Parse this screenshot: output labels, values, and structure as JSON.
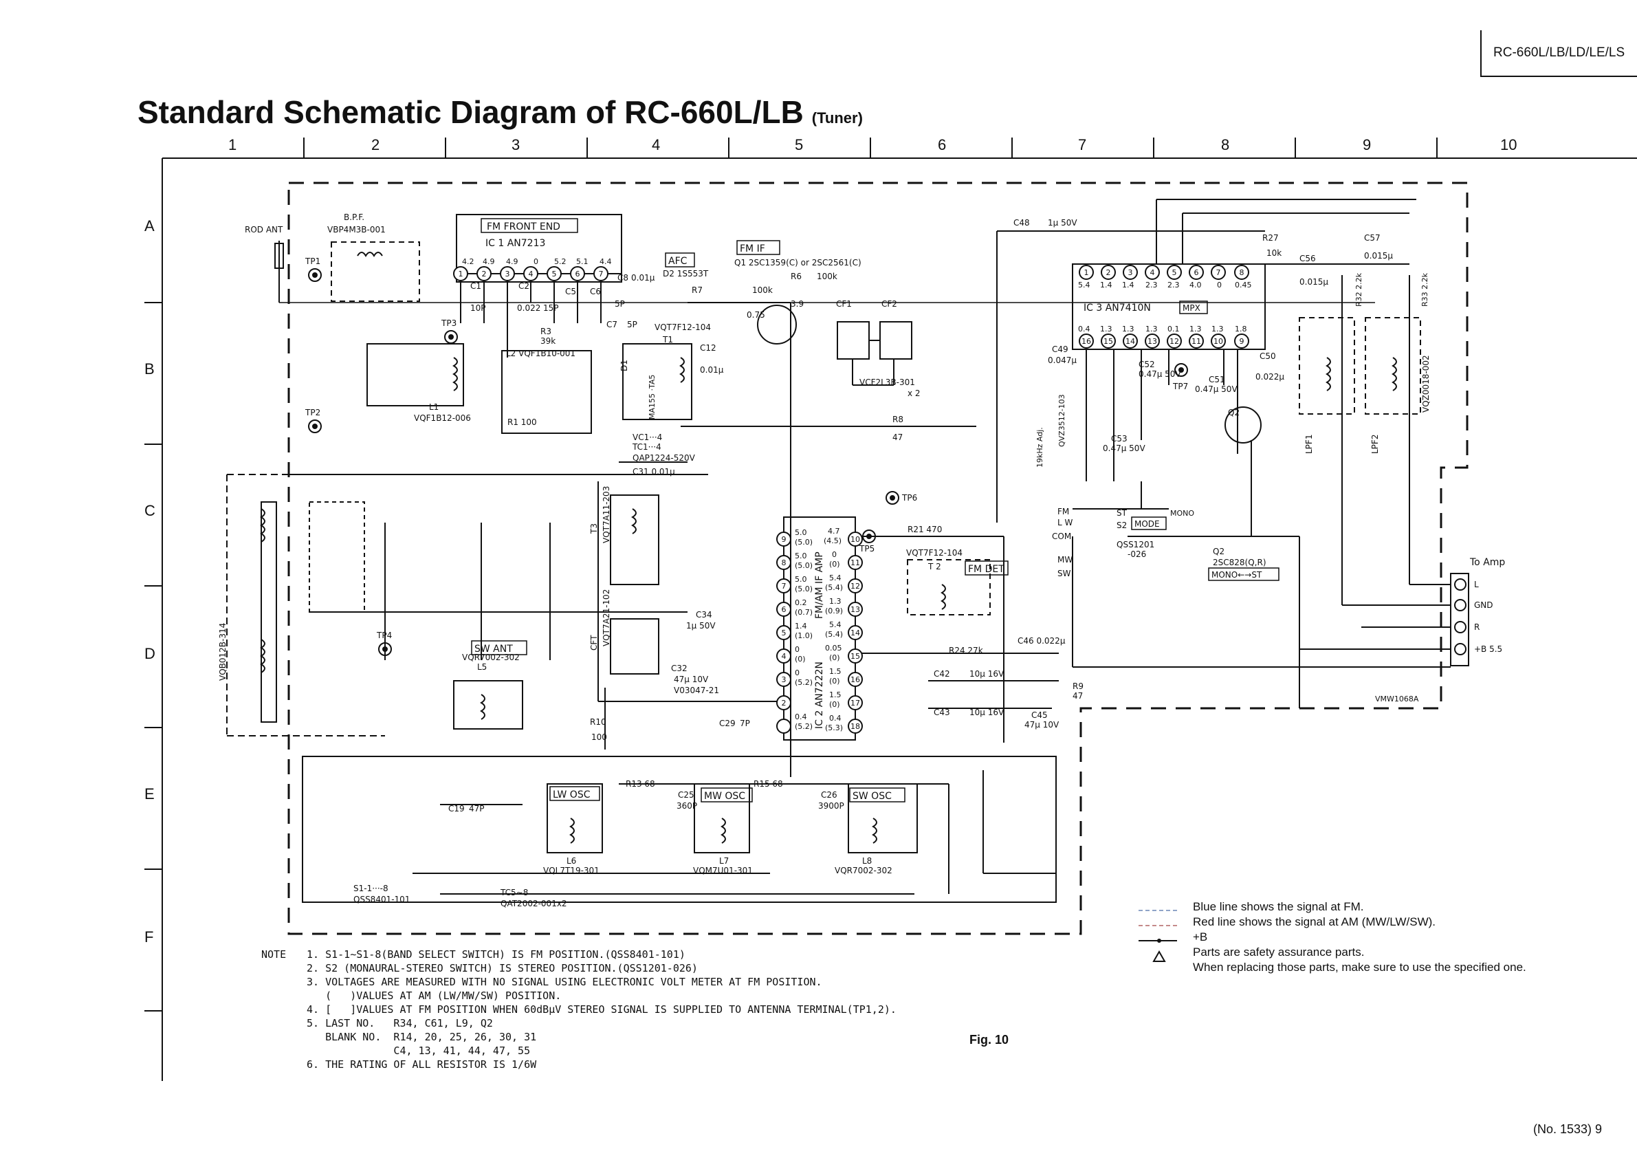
{
  "header": {
    "model": "RC-660L/LB/LD/LE/LS"
  },
  "title": {
    "main": "Standard Schematic Diagram of RC-660L/LB",
    "sub": "(Tuner)"
  },
  "grid": {
    "columns": [
      "1",
      "2",
      "3",
      "4",
      "5",
      "6",
      "7",
      "8",
      "9",
      "10"
    ],
    "rows": [
      "A",
      "B",
      "C",
      "D",
      "E",
      "F"
    ]
  },
  "blocks": {
    "fm_front_end": "FM FRONT END",
    "ic1": "IC 1   AN7213",
    "afc": "AFC",
    "d2": "D2  1S553T",
    "fm_if": "FM IF",
    "q1": "Q1  2SC1359(C) or 2SC2561(C)",
    "ic3": "IC 3   AN7410N",
    "mpx": "MPX",
    "ic2": "IC 2   AN7222N",
    "fm_am_if_amp": "FM/AM IF AMP",
    "fm_det": "FM DET",
    "sw_ant": "SW  ANT",
    "lw_osc": "LW OSC",
    "mw_osc": "MW  OSC",
    "sw_osc": "SW  OSC",
    "mode": "MODE",
    "mono_st": "MONO←→ST",
    "to_amp": "To Amp",
    "rod_ant": "ROD ANT",
    "bpf": "B.P.F.",
    "bpf_part": "VBP4M3B-001",
    "vmw": "VMW1068A"
  },
  "parts": {
    "tp1": "TP1",
    "tp2": "TP2",
    "tp3": "TP3",
    "tp4": "TP4",
    "tp5": "TP5",
    "tp6": "TP6",
    "tp7": "TP7",
    "l1": "L1",
    "l1_part": "VQF1B12-006",
    "l2": "L2  VQF1B10-001",
    "t1": "T1",
    "t1_part": "VQT7F12-104",
    "cf1": "CF1",
    "cf2": "CF2",
    "cf_part": "VCF2L3B-301",
    "cf_qty": "x 2",
    "t2": "T 2",
    "t2_part": "VQT7F12-104",
    "t3": "T3",
    "t3_part": "VQT7A11-203",
    "cft": "CFT",
    "cft_part": "VQT7A21-102",
    "l5": "L5",
    "l5_part": "VQR7002-302",
    "l6": "L6",
    "l6_part": "VQL7T19-301",
    "l7": "L7",
    "l7_part": "VQM7U01-301",
    "l8": "L8",
    "l8_part": "VQR7002-302",
    "l9": "V03047-21",
    "lw_mw_part": "VQB012B-314",
    "lpf1": "LPF1",
    "lpf2": "LPF2",
    "lpf_part": "VQZ0018-002",
    "q2": "Q2",
    "q2_part": "2SC828(Q,R)",
    "s2_part": "QSS1201",
    "s2_sub": "-026",
    "s1_part": "S1-1···-8",
    "s1_num": "QSS8401-101",
    "tc5": "TC5∼8",
    "tc5_part": "QAT2002-001x2",
    "vc1": "VC1···4",
    "tc1": "TC1···4",
    "vc_part": "QAP1224-520V",
    "qvz": "QVZ3512-103",
    "adj": "19kHz  Adj.",
    "r27": "R27",
    "r27_val": "10k",
    "c48": "C48",
    "c48_val": "1μ 50V",
    "c57": "C57",
    "c57_val": "0.015μ",
    "c56": "C56",
    "c56_val": "0.015μ",
    "r32": "R32 2.2k",
    "r33": "R33 2.2k",
    "r7": "R7",
    "r7_val": "100k",
    "r6": "R6",
    "r6_val": "100k",
    "r24": "R24  27k",
    "c46": "C46  0.022μ",
    "c42": "C42",
    "c42_val": "10μ  16V",
    "c43": "C43",
    "c43_val": "10μ  16V",
    "c45": "C45",
    "c45_val": "47μ  10V",
    "r9": "R9",
    "r9_val": "47",
    "c31": "C31  0.01μ",
    "r8": "R8",
    "r8_val": "47",
    "r21": "R21  470",
    "r10": "R10",
    "r10_val": "100",
    "r13": "R13  68",
    "r15": "R15    68",
    "c25": "C25",
    "c25_val": "360P",
    "c26": "C26",
    "c26_val": "3900P",
    "c19": "C19",
    "c19_val": "47P",
    "c29": "C29",
    "c29_val": "7P",
    "c32": "C32",
    "c32_val": "47μ 10V",
    "c34": "C34",
    "c34_val": "1μ  50V",
    "c12": "C12",
    "c12_val": "0.01μ",
    "c50": "C50",
    "c50_val": "0.022μ",
    "c51": "C51",
    "c51_val": "0.47μ 50V",
    "c52": "C52",
    "c52_val": "0.47μ 50V",
    "c53": "C53",
    "c53_val": "0.47μ 50V",
    "c49": "C49",
    "c49_val": "0.047μ",
    "fm": "FM",
    "lw": "L W",
    "com": "COM",
    "mw": "MW",
    "sw": "SW",
    "st": "ST",
    "mono": "MONO",
    "s2": "S2",
    "out_l": "L",
    "out_gnd": "GND",
    "out_r": "R",
    "out_b": "+B  5.5",
    "c7": "C7",
    "c7_val": "5P",
    "c8": "C8",
    "c8_val": "0.01μ",
    "c5": "C5",
    "c6": "C6",
    "c6_val": "5P",
    "r3": "R3",
    "r3_val": "39k",
    "r1": "R1   100",
    "q1_v": "0.75",
    "q1_v2": "3.9",
    "d1": "D1",
    "ma": "MA155 ·TA5",
    "c1": "C1",
    "c1_val": "10P",
    "c2": "C2",
    "c2_val": "0.022",
    "c2_v": "15P"
  },
  "ic1_pins": [
    "4.2",
    "4.9",
    "4.9",
    "0",
    "5.2",
    "5.1",
    "4.4"
  ],
  "ic3_top_volts": [
    "5.4",
    "1.4",
    "1.4",
    "2.3",
    "2.3",
    "4.0",
    "0",
    "0.45"
  ],
  "ic3_bottom_volts": [
    "0.4",
    "1.3",
    "1.3",
    "1.3",
    "0.1",
    "1.3",
    "1.3",
    "1.8"
  ],
  "ic2_left": [
    {
      "pin": "9",
      "v": "5.0",
      "v2": "(5.0)"
    },
    {
      "pin": "8",
      "v": "5.0",
      "v2": "(5.0)"
    },
    {
      "pin": "7",
      "v": "5.0",
      "v2": "(5.0)"
    },
    {
      "pin": "6",
      "v": "0.2",
      "v2": "(0.7)"
    },
    {
      "pin": "5",
      "v": "1.4",
      "v2": "(1.0)"
    },
    {
      "pin": "4",
      "v": "0",
      "v2": "(0)"
    },
    {
      "pin": "3",
      "v": "0",
      "v2": "(5.2)"
    },
    {
      "pin": "2",
      "v": "0.4",
      "v2": "(5.2)"
    }
  ],
  "ic2_right": [
    {
      "pin": "10",
      "v": "4.7",
      "v2": "(4.5)"
    },
    {
      "pin": "11",
      "v": "0",
      "v2": "(0)"
    },
    {
      "pin": "12",
      "v": "5.4",
      "v2": "(5.4)"
    },
    {
      "pin": "13",
      "v": "1.3",
      "v2": "(0.9)"
    },
    {
      "pin": "14",
      "v": "5.4",
      "v2": "(5.4)"
    },
    {
      "pin": "15",
      "v": "0.05",
      "v2": "(0)"
    },
    {
      "pin": "16",
      "v": "1.5",
      "v2": "(0)"
    },
    {
      "pin": "17",
      "v": "1.5",
      "v2": "(0)"
    },
    {
      "pin": "18",
      "v": "0.4",
      "v2": "(5.3)"
    }
  ],
  "notes": {
    "label": "NOTE",
    "lines": [
      "1. S1-1∼S1-8(BAND SELECT SWITCH) IS FM POSITION.(QSS8401-101)",
      "2. S2 (MONAURAL-STEREO SWITCH) IS STEREO POSITION.(QSS1201-026)",
      "3. VOLTAGES ARE MEASURED WITH NO SIGNAL USING ELECTRONIC VOLT METER AT FM POSITION.",
      "   (   )VALUES AT AM (LW/MW/SW) POSITION.",
      "4. [   ]VALUES AT FM POSITION WHEN 60dBμV STEREO SIGNAL IS SUPPLIED TO ANTENNA TERMINAL(TP1,2).",
      "5. LAST NO.   R34, C61, L9, Q2",
      "   BLANK NO.  R14, 20, 25, 26, 30, 31",
      "              C4, 13, 41, 44, 47, 55",
      "6. THE RATING OF ALL RESISTOR IS 1/6W"
    ]
  },
  "legend": {
    "blue": "Blue line shows the signal at FM.",
    "red": "Red line shows the signal at AM (MW/LW/SW).",
    "plus_b": "+B",
    "safety": "Parts are safety assurance parts.",
    "safety_note": "When replacing those parts, make sure to use the specified one."
  },
  "fig_label": "Fig. 10",
  "page_no": "(No. 1533)   9"
}
